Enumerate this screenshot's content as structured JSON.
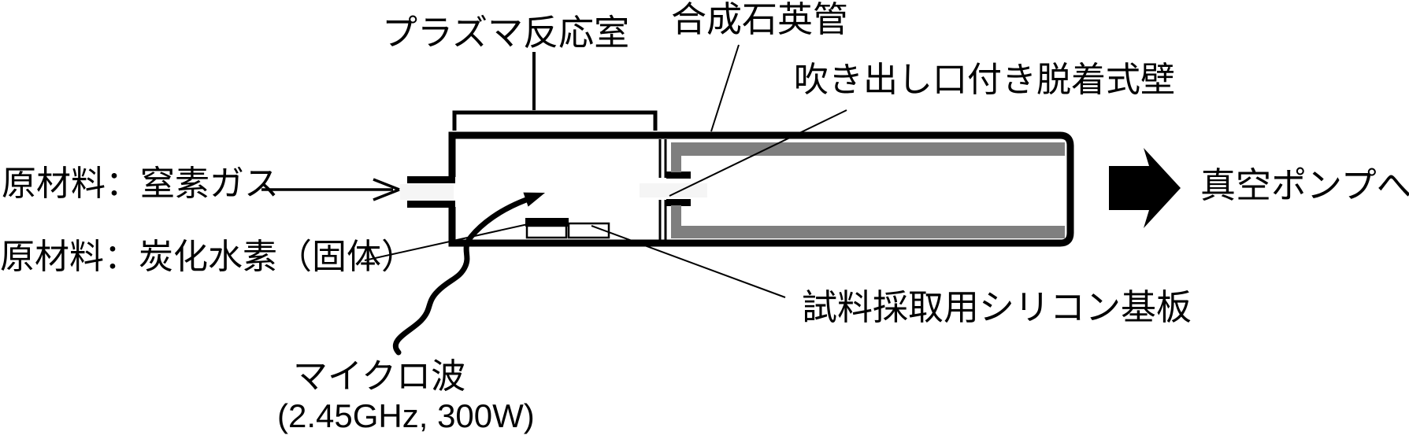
{
  "diagram": {
    "labels": {
      "plasma_chamber": "プラズマ反応室",
      "quartz_tube": "合成石英管",
      "detachable_wall": "吹き出し口付き脱着式壁",
      "nitrogen_feed": "原材料：窒素ガス",
      "hydrocarbon_feed": "原材料：炭化水素（固体）",
      "vacuum_pump": "真空ポンプへ",
      "silicon_substrate": "試料採取用シリコン基板",
      "microwave": "マイクロ波",
      "microwave_spec": "(2.45GHz, 300W)"
    },
    "colors": {
      "line": "#000000",
      "quartz_lining": "#7f7f7f",
      "channel_highlight": "#f5f5f5",
      "background": "#ffffff"
    }
  }
}
